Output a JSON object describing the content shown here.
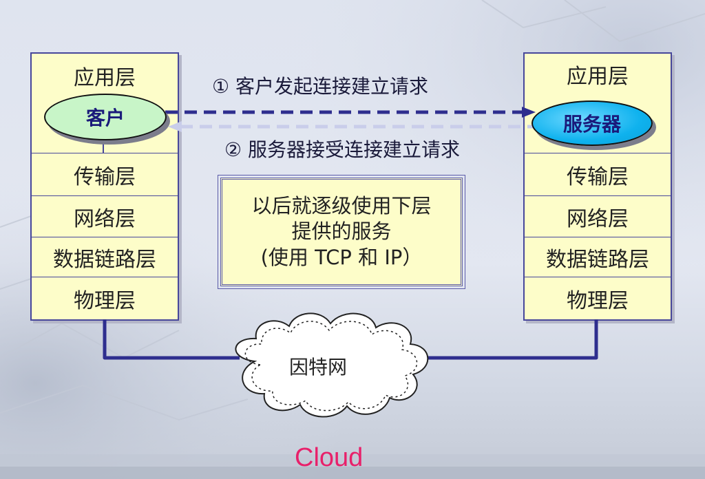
{
  "client_stack": {
    "layers": [
      "应用层",
      "传输层",
      "网络层",
      "数据链路层",
      "物理层"
    ],
    "node_label": "客户"
  },
  "server_stack": {
    "layers": [
      "应用层",
      "传输层",
      "网络层",
      "数据链路层",
      "物理层"
    ],
    "node_label": "服务器"
  },
  "messages": {
    "request": "① 客户发起连接建立请求",
    "accept": "② 服务器接受连接建立请求"
  },
  "info_box": {
    "lines": [
      "以后就逐级使用下层",
      "提供的服务",
      "(使用 TCP 和 IP）"
    ]
  },
  "network": {
    "cloud_label": "因特网",
    "caption": "Cloud"
  },
  "colors": {
    "layer_fill": "#fdfdc9",
    "border": "#46469a",
    "client_fill": "#c8f5c8",
    "server_fill": "#0fb2ee",
    "caption": "#e8206a"
  }
}
